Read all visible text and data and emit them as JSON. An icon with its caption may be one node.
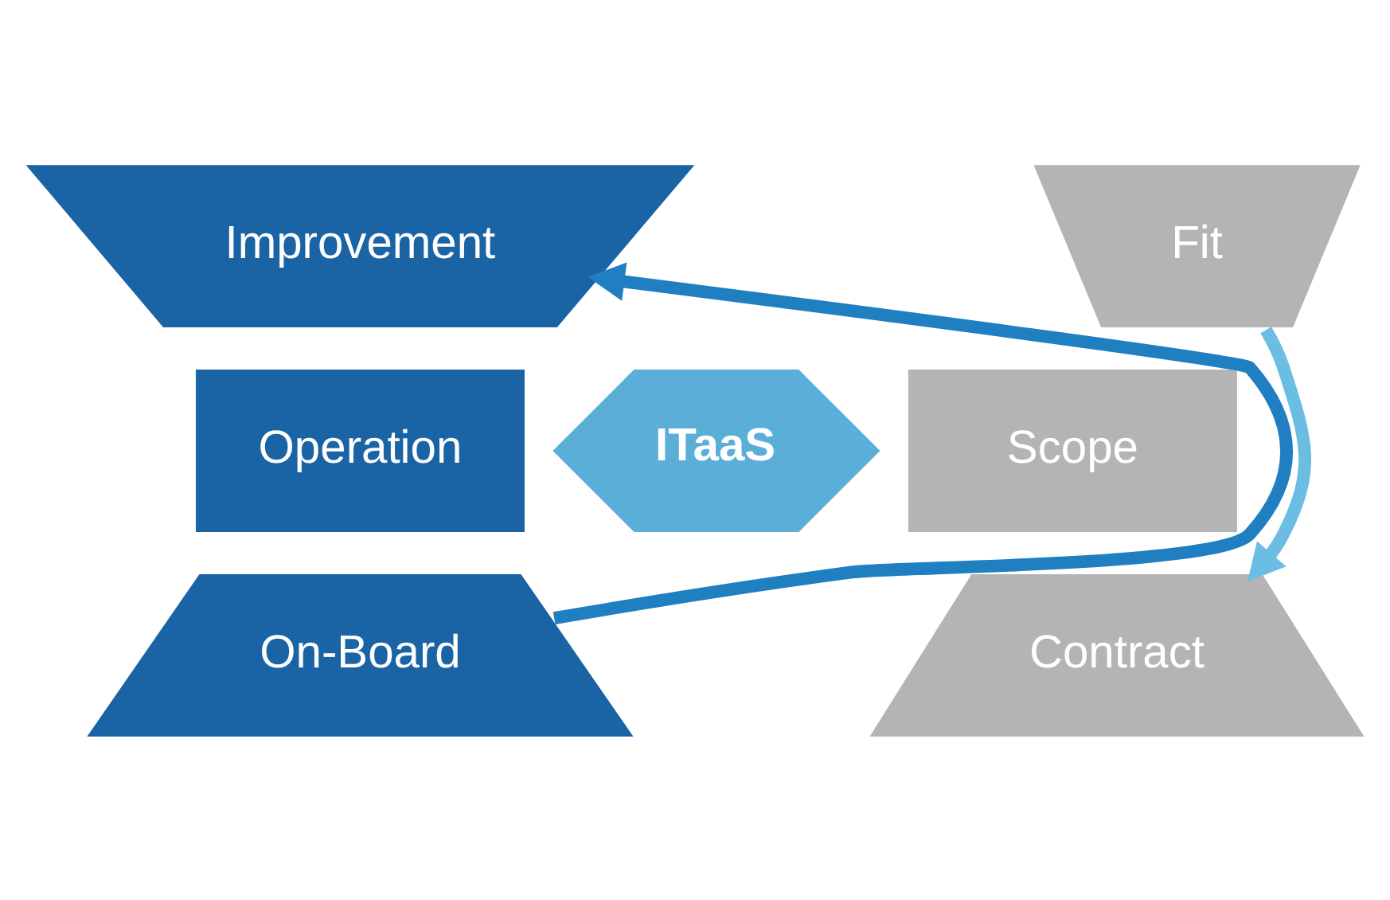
{
  "diagram": {
    "nodes": [
      {
        "text": [
          "Improvement"
        ]
      },
      {
        "text": [
          "Fit"
        ]
      },
      {
        "text": [
          "Operation"
        ]
      },
      {
        "text": [
          "ITaaS"
        ]
      },
      {
        "text": [
          "Scope"
        ]
      },
      {
        "text": [
          "On-Board"
        ]
      },
      {
        "text": [
          "Contract"
        ]
      }
    ],
    "edges": [
      {
        "from": 1,
        "to": 6,
        "arrow": "to",
        "color": "#6bbde3"
      },
      {
        "from": 5,
        "to": 0,
        "arrow": "to",
        "color": "#1f7fc0"
      }
    ]
  }
}
